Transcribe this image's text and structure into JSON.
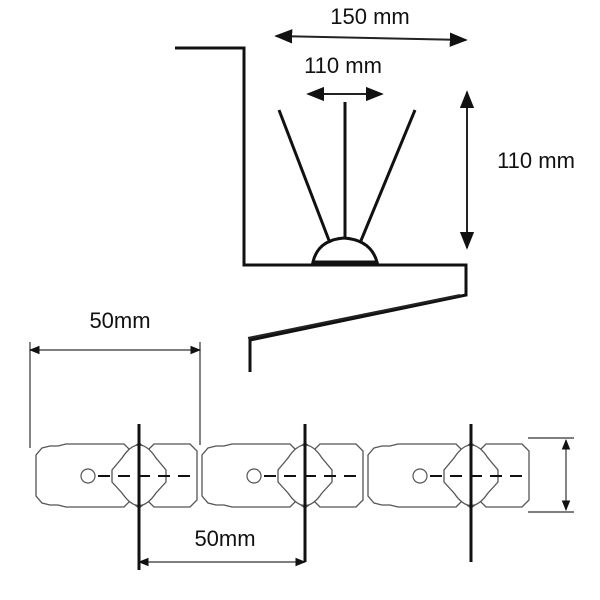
{
  "side_view": {
    "dim_base_width": "150 mm",
    "dim_spike_spread": "110 mm",
    "dim_height": "110 mm"
  },
  "strip_view": {
    "dim_segment_length": "50mm",
    "dim_spike_pitch": "50mm"
  }
}
